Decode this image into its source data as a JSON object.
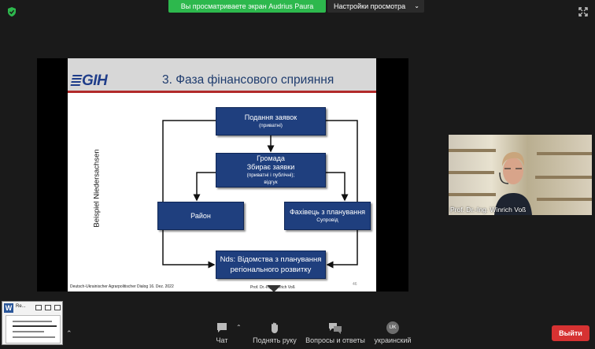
{
  "top_bar": {
    "banner_text": "Вы просматриваете экран Audrius Paura",
    "view_options_label": "Настройки просмотра"
  },
  "slide": {
    "logo_text": "GIH",
    "title": "3. Фаза фінансового сприяння",
    "side_label": "Beispiel Niedersachsen",
    "boxes": {
      "b1": {
        "title": "Подання заявок",
        "sub": "(приватні)"
      },
      "b2": {
        "title_line1": "Громада",
        "title_line2": "Збирає заявки",
        "sub_line1": "(приватні і публічні);",
        "sub_line2": "відгук"
      },
      "b3": {
        "title": "Район"
      },
      "b4": {
        "title": "Фахівець з планування",
        "sub": "Супровід"
      },
      "b5": {
        "title_line1": "Nds: Відомства з планування",
        "title_line2": "регіонального розвитку"
      }
    },
    "footer_left": "Deutsch-Ukrainischer Agrarpolitischer Dialog  16. Dez. 2022",
    "footer_mid": "Prof. Dr.-Ing. Winrich Voß",
    "page_number": "46"
  },
  "video": {
    "name": "Prof. Dr.-Ing. Winrich Voß"
  },
  "mini_window": {
    "title": "Re..."
  },
  "toolbar": {
    "chat": "Чат",
    "raise_hand": "Поднять руку",
    "qa": "Вопросы и ответы",
    "language_code": "UK",
    "language": "украинский",
    "leave": "Выйти"
  },
  "colors": {
    "banner_green": "#2db84d",
    "box_blue": "#1f3f7e",
    "leave_red": "#d63232",
    "title_blue": "#1f3c6e"
  }
}
